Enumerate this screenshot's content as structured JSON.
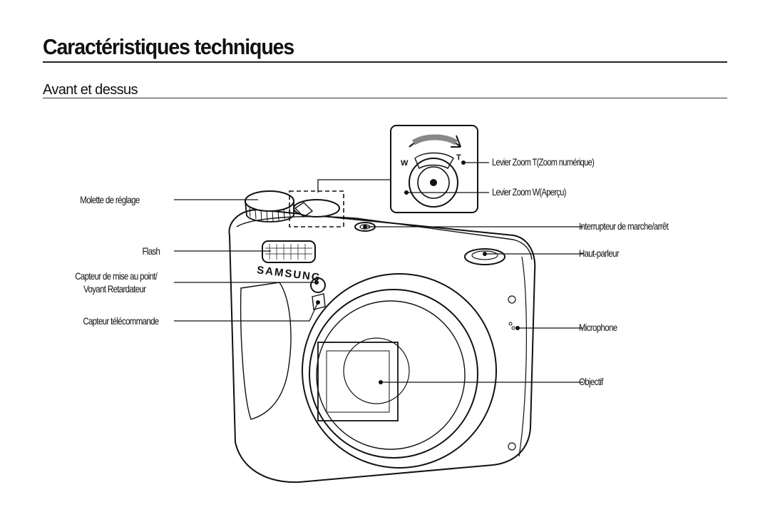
{
  "page": {
    "title": "Caractéristiques techniques",
    "subtitle": "Avant et dessus"
  },
  "labels": {
    "mode_dial": "Molette de réglage",
    "flash": "Flash",
    "af_sensor_line1": "Capteur de mise au point/",
    "af_sensor_line2": "Voyant Retardateur",
    "remote_sensor": "Capteur télécommande",
    "zoom_t": "Levier Zoom T(Zoom numérique)",
    "zoom_w": "Levier Zoom W(Aperçu)",
    "power_button": "Interrupteur de marche/arrêt",
    "speaker": "Haut-parleur",
    "microphone": "Microphone",
    "lens": "Objectif"
  },
  "camera": {
    "brand": "SAMSUNG",
    "zoom_w_mark": "W",
    "zoom_t_mark": "T"
  }
}
